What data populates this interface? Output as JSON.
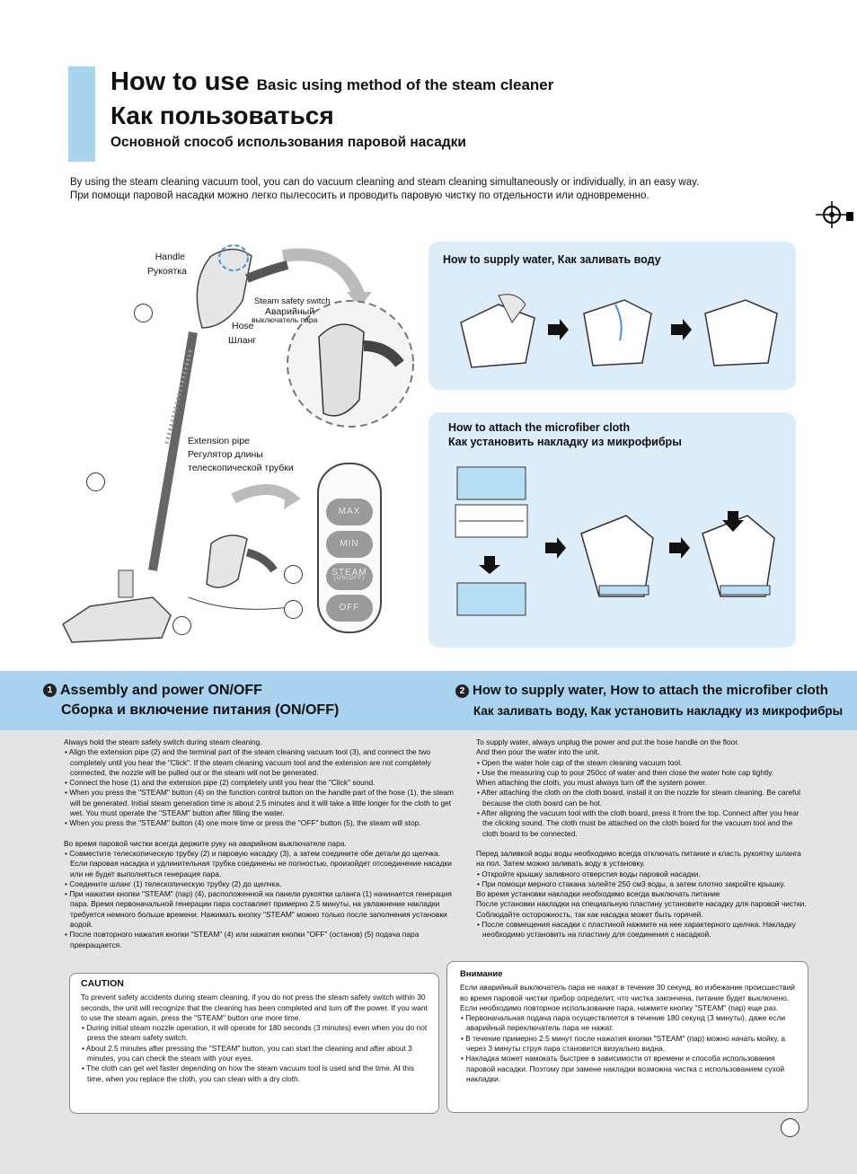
{
  "header": {
    "title_en": "How to use",
    "subtitle_en": "Basic using method of the steam cleaner",
    "title_ru": "Как пользоваться",
    "subtitle_ru": "Основной способ использования паровой насадки"
  },
  "intro": {
    "en": "By using the steam cleaning vacuum tool, you can do vacuum cleaning and steam cleaning simultaneously or individually, in an easy way.",
    "ru": "При помощи паровой насадки можно легко пылесосить и проводить паровую чистку по отдельности или одновременно."
  },
  "figure": {
    "handle_en": "Handle",
    "handle_ru": "Рукоятка",
    "switch_en": "Steam safety switch",
    "switch_ru1": "Аварийный",
    "switch_ru2": "выключатель пара",
    "hose_en": "Hose",
    "hose_ru": "Шланг",
    "pipe_en": "Extension pipe",
    "pipe_ru1": "Регулятор длины",
    "pipe_ru2": "телескопической трубки",
    "btn_max": "MAX",
    "btn_min": "MIN",
    "btn_steam": "STEAM",
    "btn_steam_sub": "(ON/OFF)",
    "btn_off": "OFF"
  },
  "panels": {
    "water_title": "How to supply water, Как заливать воду",
    "cloth_title_en": "How to attach the microfiber cloth",
    "cloth_title_ru": "Как установить накладку из микрофибры"
  },
  "sections": {
    "s1_num": "1",
    "s1_en": "Assembly and power ON/OFF",
    "s1_ru": "Сборка и включение питания (ON/OFF)",
    "s2_num": "2",
    "s2_en": "How to supply water, How to attach the microfiber cloth",
    "s2_ru": "Как заливать воду, Как установить накладку из микрофибры"
  },
  "col1_en": [
    "Always hold the steam safety switch during steam cleaning.",
    "• Align the extension pipe (2) and the terminal part of the steam cleaning vacuum tool (3), and connect the two completely until you hear the \"Click\". If the steam cleaning vacuum tool and the extension are not completely connected, the nozzle will be pulled out or the steam will not be generated.",
    "• Connect the hose (1) and the extension pipe (2) completely until you hear the \"Click\" sound.",
    "• When you press the \"STEAM\" button (4) on the function control button on the handle part of the hose (1), the steam will be generated. Initial steam generation time is about 2.5 minutes and it will take a little longer for the cloth to get wet. You must operate the \"STEAM\" button after filling the water.",
    "• When you press the \"STEAM\" button (4) one more time or press the \"OFF\" button (5), the steam will stop."
  ],
  "col1_ru": [
    "Во время паровой чистки всегда держите руку на аварийном выключателе пара.",
    "• Совместите телескопическую трубку (2) и паровую насадку (3), а затем соедините обе детали до щелчка. Если паровая насадка и удлинительная трубка соединены не полностью, произойдет отсоединение насадки или не будет выполняться генерация пара.",
    "• Соедините шланг (1) телескопическую трубку (2) до щелчка.",
    "• При нажатии кнопки \"STEAM\" (пар) (4), расположенной на панели рукоятки шланга (1) начинается генерация пара. Время первоначальной генерации пара составляет примерно 2.5 минуты, на увлажнение накладки требуется немного больше времени. Нажимать кнопку \"STEAM\" можно только после заполнения установки водой.",
    "• После повторного нажатия кнопки \"STEAM\" (4) или нажатия кнопки \"OFF\" (останов) (5) подача пара прекращается."
  ],
  "col2_en": [
    "To supply water, always unplug the power and put the hose handle on the floor.",
    "And then pour the water into the unit.",
    "• Open the water hole cap of the steam cleaning vacuum tool.",
    "• Use the measuring cup to pour 250cc of water and then close the water hole cap tightly.",
    "When attaching the cloth, you must always turn off the system power.",
    "• After attaching the cloth on the cloth board, install it on the nozzle for steam cleaning. Be careful because the cloth board can be hot.",
    "• After aligning the vacuum tool with the cloth board, press it from the top. Connect after you hear the clicking sound. The cloth must be attached on the cloth board for the vacuum tool and the cloth board to be connected."
  ],
  "col2_ru": [
    "Перед заливкой воды воды необходимо всегда отключать питание и класть рукоятку шланга на пол. Затем можно заливать воду в установку.",
    "• Откройте крышку заливного отверстия воды паровой насадки.",
    "• При помощи мерного стакана залейте 250 cм3 воды, а затем плотно закройте крышку.",
    "Во время установки накладки необходимо всегда выключать питание",
    "После установки накладки на специальную пластину установите насадку для паровой чистки.",
    "Соблюдайте осторожность, так как насадка может быть горячей.",
    "• После совмещения насадки с пластиной нажмите на нее характерного щелчка. Накладку необходимо установить на пластину для соединения с насадкой."
  ],
  "caution_en": {
    "title": "CAUTION",
    "lines": [
      "To prevent safety accidents during steam cleaning, if you do not press the steam safety switch within 30 seconds, the unit will recognize that the cleaning has been completed and turn off the power. If you want to use the steam again, press the \"STEAM\" button one more time.",
      "• During initial steam nozzle operation, it will operate for 180 seconds (3 minutes) even when you do not press the steam safety switch.",
      "• About 2.5 minutes after pressing the \"STEAM\" button, you can start the cleaning and after about 3 minutes, you can check the steam with your eyes.",
      "• The cloth can get wet faster depending on how the steam vacuum tool is used and the time. At this time, when you replace the cloth, you can clean with a dry cloth."
    ]
  },
  "caution_ru": {
    "title": "Внимание",
    "lines": [
      "Если аварийный выключатель пара не нажат в течение 30 секунд, во избежание происшествий во время паровой чистки прибор определит, что чистка закончена, питание будет выключено. Если необходимо повторное использование пара, нажмите кнопку \"STEAM\" (пар) еще раз.",
      "• Первоначальная подача пара осуществляется в течение 180 секунд (3 минуты), даже если аварийный переключатель пара не нажат.",
      "• В течение примерно 2.5 минут после нажатия кнопки \"STEAM\" (пар) можно начать мойку, а через 3 минуты струя пара становится визуально видна.",
      "• Накладка может намокать быстрее в зависимости от времени и способа использования паровой насадки. Поэтому при замене накладки возможна чистка с использованием сухой накладки."
    ]
  }
}
